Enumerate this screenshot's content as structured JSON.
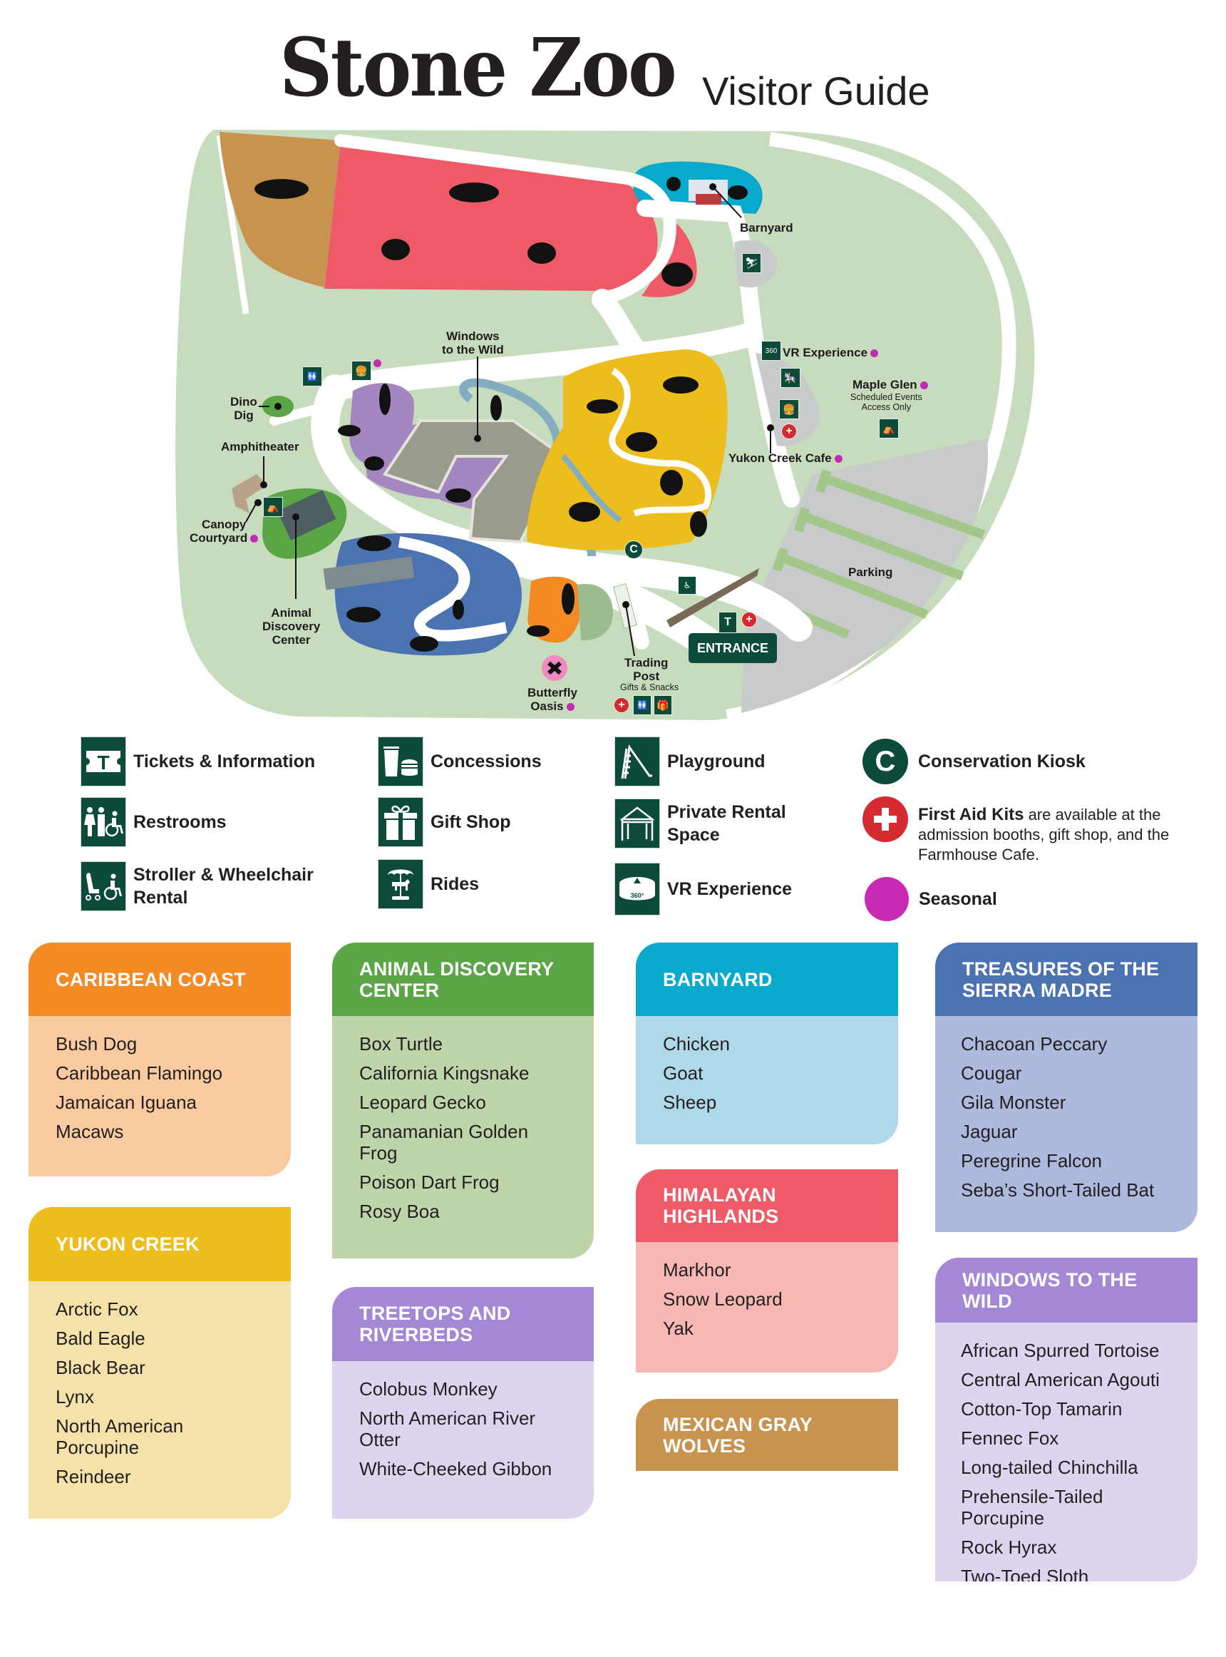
{
  "header": {
    "title": "Stone Zoo",
    "subtitle": "Visitor Guide"
  },
  "map": {
    "labels": {
      "windows_to_the_wild": [
        "Windows",
        "to the Wild"
      ],
      "barnyard": "Barnyard",
      "vr_experience": "VR Experience",
      "maple_glen": "Maple Glen",
      "maple_glen_note": [
        "Scheduled Events",
        "Access Only"
      ],
      "yukon_creek_cafe": "Yukon Creek Cafe",
      "dino_dig": [
        "Dino",
        "Dig"
      ],
      "amphitheater": "Amphitheater",
      "canopy_courtyard": [
        "Canopy",
        "Courtyard"
      ],
      "animal_discovery_center": [
        "Animal",
        "Discovery",
        "Center"
      ],
      "parking": "Parking",
      "entrance": "ENTRANCE",
      "trading_post": [
        "Trading",
        "Post"
      ],
      "trading_post_note": "Gifts & Snacks",
      "butterfly_oasis": [
        "Butterfly",
        "Oasis"
      ],
      "conservation_kiosk_letter": "C",
      "tickets_letter": "T"
    },
    "zone_colors": {
      "mexican_gray_wolves": "#c8924f",
      "himalayan_highlands": "#ee5b66",
      "barnyard": "#07a9cc",
      "yukon_creek": "#ecbd1d",
      "treetops_and_riverbeds": "#a487c0",
      "sierra_madre": "#4b73b2",
      "caribbean_coast": "#f48a23",
      "animal_discovery_center": "#5aa546",
      "butterfly_oasis": "#f089c1",
      "grass": "#c6dcbd",
      "paths": "#ffffff",
      "parking": "#c9cacc",
      "water": "#84aebf"
    }
  },
  "legend": {
    "items": [
      {
        "icon": "ticket-icon",
        "label": "Tickets & Information"
      },
      {
        "icon": "restroom-icon",
        "label": "Restrooms"
      },
      {
        "icon": "stroller-wheelchair-icon",
        "label": "Stroller & Wheelchair Rental"
      },
      {
        "icon": "concessions-icon",
        "label": "Concessions"
      },
      {
        "icon": "gift-icon",
        "label": "Gift Shop"
      },
      {
        "icon": "carousel-icon",
        "label": "Rides"
      },
      {
        "icon": "playground-slide-icon",
        "label": "Playground"
      },
      {
        "icon": "tent-icon",
        "label": "Private Rental Space"
      },
      {
        "icon": "vr-360-icon",
        "label": "VR Experience"
      },
      {
        "icon": "conservation-kiosk-icon",
        "label": "Conservation Kiosk"
      },
      {
        "icon": "first-aid-icon",
        "label_bold": "First Aid Kits",
        "label_rest": " are available at the admission booths, gift shop, and the Farmhouse Cafe."
      },
      {
        "icon": "seasonal-dot-icon",
        "label": "Seasonal"
      }
    ],
    "colors": {
      "icon_bg": "#0c4a3a",
      "first_aid": "#d52b30",
      "seasonal": "#c92ab3"
    }
  },
  "exhibits": [
    {
      "id": "caribbean",
      "title": "CARIBBEAN COAST",
      "head_color": "#f48a23",
      "body_color": "#fbcba0",
      "animals": [
        "Bush Dog",
        "Caribbean Flamingo",
        "Jamaican Iguana",
        "Macaws"
      ]
    },
    {
      "id": "yukon",
      "title": "YUKON CREEK",
      "head_color": "#ecbd1d",
      "body_color": "#f5e2a8",
      "animals": [
        "Arctic Fox",
        "Bald Eagle",
        "Black Bear",
        "Lynx",
        "North American Porcupine",
        "Reindeer"
      ]
    },
    {
      "id": "adc",
      "title": "ANIMAL DISCOVERY CENTER",
      "head_color": "#5aa546",
      "body_color": "#bdd5a9",
      "animals": [
        "Box Turtle",
        "California Kingsnake",
        "Leopard Gecko",
        "Panamanian Golden Frog",
        "Poison Dart Frog",
        "Rosy Boa"
      ]
    },
    {
      "id": "treetops",
      "title": "TREETOPS AND RIVERBEDS",
      "head_color": "#a487d5",
      "body_color": "#ddd5ef",
      "animals": [
        "Colobus Monkey",
        "North American River Otter",
        "White-Cheeked Gibbon"
      ]
    },
    {
      "id": "barnyard",
      "title": "BARNYARD",
      "head_color": "#07a9cc",
      "body_color": "#afd8e9",
      "animals": [
        "Chicken",
        "Goat",
        "Sheep"
      ]
    },
    {
      "id": "himalayan",
      "title": "HIMALAYAN HIGHLANDS",
      "head_color": "#ee5b66",
      "body_color": "#f7b7b3",
      "animals": [
        "Markhor",
        "Snow Leopard",
        "Yak"
      ]
    },
    {
      "id": "mexican",
      "title": "MEXICAN GRAY WOLVES",
      "head_color": "#c8924f",
      "body_color": "#c8924f",
      "animals": []
    },
    {
      "id": "sierra",
      "title": "TREASURES OF THE SIERRA MADRE",
      "head_color": "#4b73b2",
      "body_color": "#adb9dd",
      "animals": [
        "Chacoan Peccary",
        "Cougar",
        "Gila Monster",
        "Jaguar",
        "Peregrine Falcon",
        "Seba’s Short-Tailed Bat"
      ]
    },
    {
      "id": "windows",
      "title": "WINDOWS TO THE WILD",
      "head_color": "#a487d5",
      "body_color": "#ddd5ef",
      "animals": [
        "African Spurred Tortoise",
        "Central American Agouti",
        "Cotton-Top Tamarin",
        "Fennec Fox",
        "Long-tailed Chinchilla",
        "Prehensile-Tailed Porcupine",
        "Rock Hyrax",
        "Two-Toed Sloth"
      ]
    }
  ]
}
